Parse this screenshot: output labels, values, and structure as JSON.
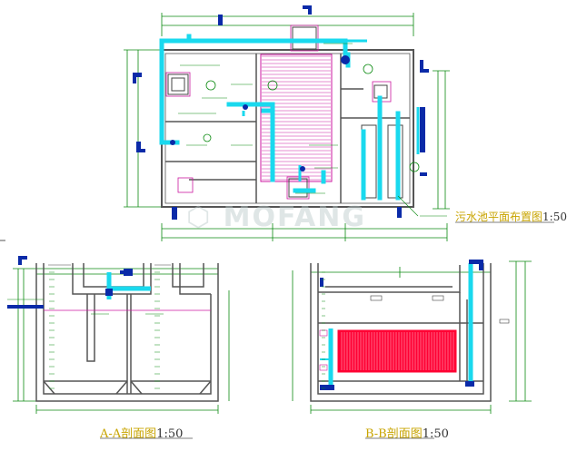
{
  "plan": {
    "title_cn": "污水池平面布置图",
    "scale": "1:50"
  },
  "section_a": {
    "title_cn": "A-A剖面图",
    "scale": "1:50"
  },
  "section_b": {
    "title_cn": "B-B剖面图",
    "scale": "1:50"
  },
  "colors": {
    "wall": "#555555",
    "pipe": "#19d9ee",
    "pipe_dark": "#0a2aa8",
    "dimension": "#0b8a10",
    "membrane": "#cc1aa0",
    "membrane_red": "#ff0033",
    "text_yellow": "#c8a400"
  }
}
